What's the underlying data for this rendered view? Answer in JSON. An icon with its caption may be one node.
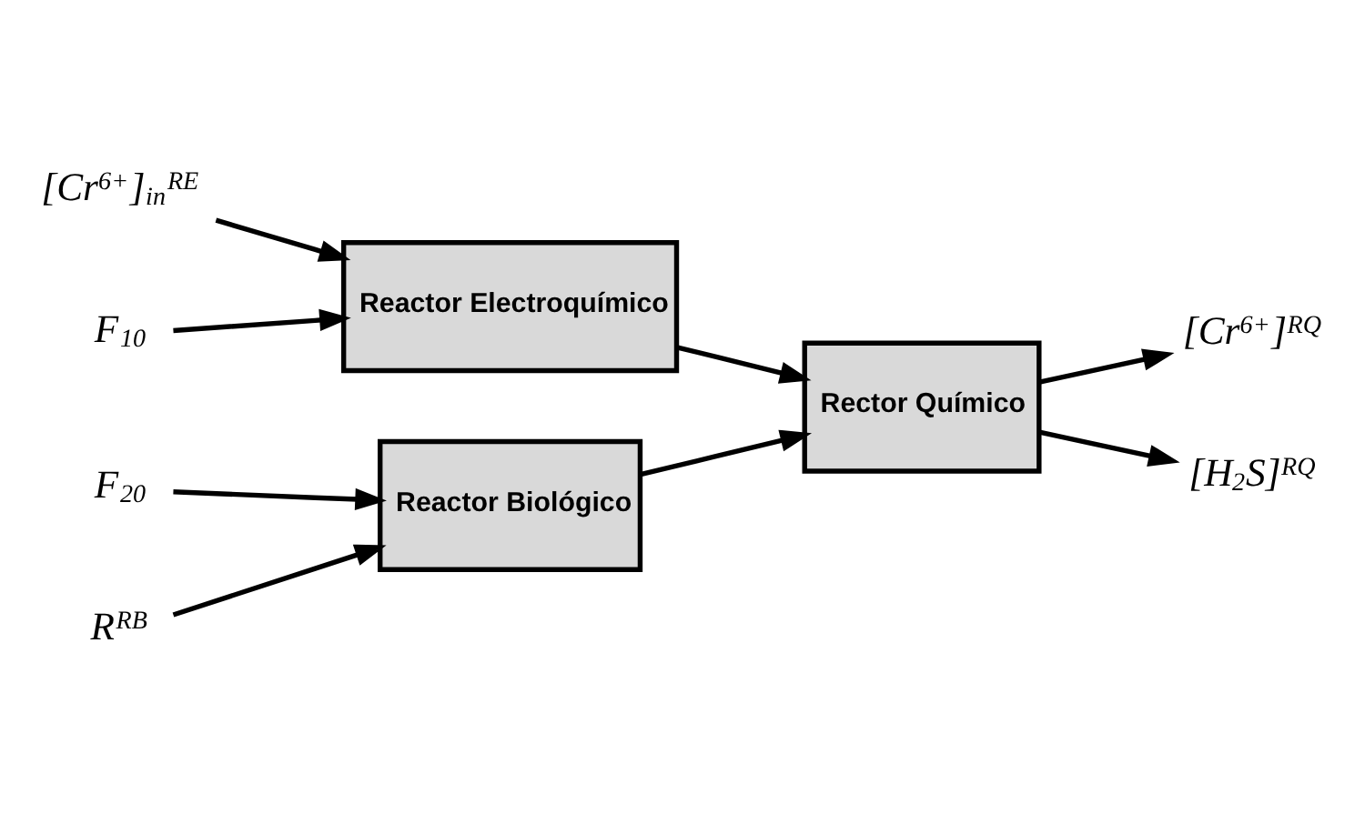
{
  "diagram": {
    "nodes": [
      {
        "text": [
          "Reactor Electroquímico"
        ]
      },
      {
        "text": [
          "Reactor Biológico"
        ]
      },
      {
        "text": [
          "Rector Químico"
        ]
      },
      {
        "text": [
          "[Cr$^{6+}$]$_{in}$$^{RE}$"
        ]
      },
      {
        "text": [
          "F$_{10}$"
        ]
      },
      {
        "text": [
          "F$_{20}$"
        ]
      },
      {
        "text": [
          "R$^{RB}$"
        ]
      },
      {
        "text": [
          "[Cr$^{6+}$]$^{RQ}$"
        ]
      },
      {
        "text": [
          "[H$_{2}$S]$^{RQ}$"
        ]
      }
    ],
    "edges": [
      {
        "from": 3,
        "to": 0,
        "arrow": "to"
      },
      {
        "from": 4,
        "to": 0,
        "arrow": "to"
      },
      {
        "from": 5,
        "to": 1,
        "arrow": "to"
      },
      {
        "from": 6,
        "to": 1,
        "arrow": "to"
      },
      {
        "from": 0,
        "to": 2,
        "arrow": "to"
      },
      {
        "from": 1,
        "to": 2,
        "arrow": "to"
      },
      {
        "from": 2,
        "to": 7,
        "arrow": "to"
      },
      {
        "from": 2,
        "to": 8,
        "arrow": "to"
      }
    ]
  }
}
